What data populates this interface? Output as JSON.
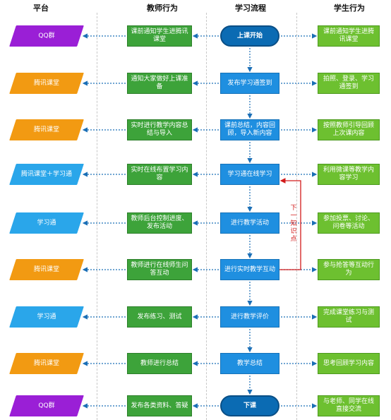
{
  "headers": {
    "platform": "平台",
    "teacher": "教师行为",
    "flow": "学习流程",
    "student": "学生行为"
  },
  "rows": [
    {
      "platform": "QQ群",
      "platform_color": "purple",
      "teacher": "课前通知学生进腾讯课堂",
      "flow": "上课开始",
      "flow_kind": "terminal",
      "student": "课前通知学生进腾讯课堂"
    },
    {
      "platform": "腾讯课堂",
      "platform_color": "orange",
      "teacher": "通知大家做好上课准备",
      "flow": "发布学习通签到",
      "flow_kind": "process",
      "student": "拍照、登录、学习通签到"
    },
    {
      "platform": "腾讯课堂",
      "platform_color": "orange",
      "teacher": "实时进行教学内容总结与导入",
      "flow": "课前总结，内容回顾，导入新内容",
      "flow_kind": "process",
      "student": "按照教师引导回顾上次课内容"
    },
    {
      "platform": "腾讯课堂＋学习通",
      "platform_color": "blue",
      "teacher": "实时在线布置学习内容",
      "flow": "学习通在线学习",
      "flow_kind": "process",
      "student": "利用微课等教学内容学习"
    },
    {
      "platform": "学习通",
      "platform_color": "blue",
      "teacher": "教师后台控制进度、发布活动",
      "flow": "进行教学活动",
      "flow_kind": "process",
      "student": "参加投票、讨论、问卷等活动"
    },
    {
      "platform": "腾讯课堂",
      "platform_color": "orange",
      "teacher": "教师进行在线师生问答互动",
      "flow": "进行实时教学互动",
      "flow_kind": "process",
      "student": "参与抢答等互动行为"
    },
    {
      "platform": "学习通",
      "platform_color": "blue",
      "teacher": "发布练习、测试",
      "flow": "进行教学评价",
      "flow_kind": "process",
      "student": "完成课堂练习与测试"
    },
    {
      "platform": "腾讯课堂",
      "platform_color": "orange",
      "teacher": "教师进行总结",
      "flow": "教学总结",
      "flow_kind": "process",
      "student": "思考回顾学习内容"
    },
    {
      "platform": "QQ群",
      "platform_color": "purple",
      "teacher": "发布各类资料、答疑",
      "flow": "下课",
      "flow_kind": "terminal",
      "student": "与老师、同学在线直接交流"
    }
  ],
  "loop_label": "下一知识点"
}
